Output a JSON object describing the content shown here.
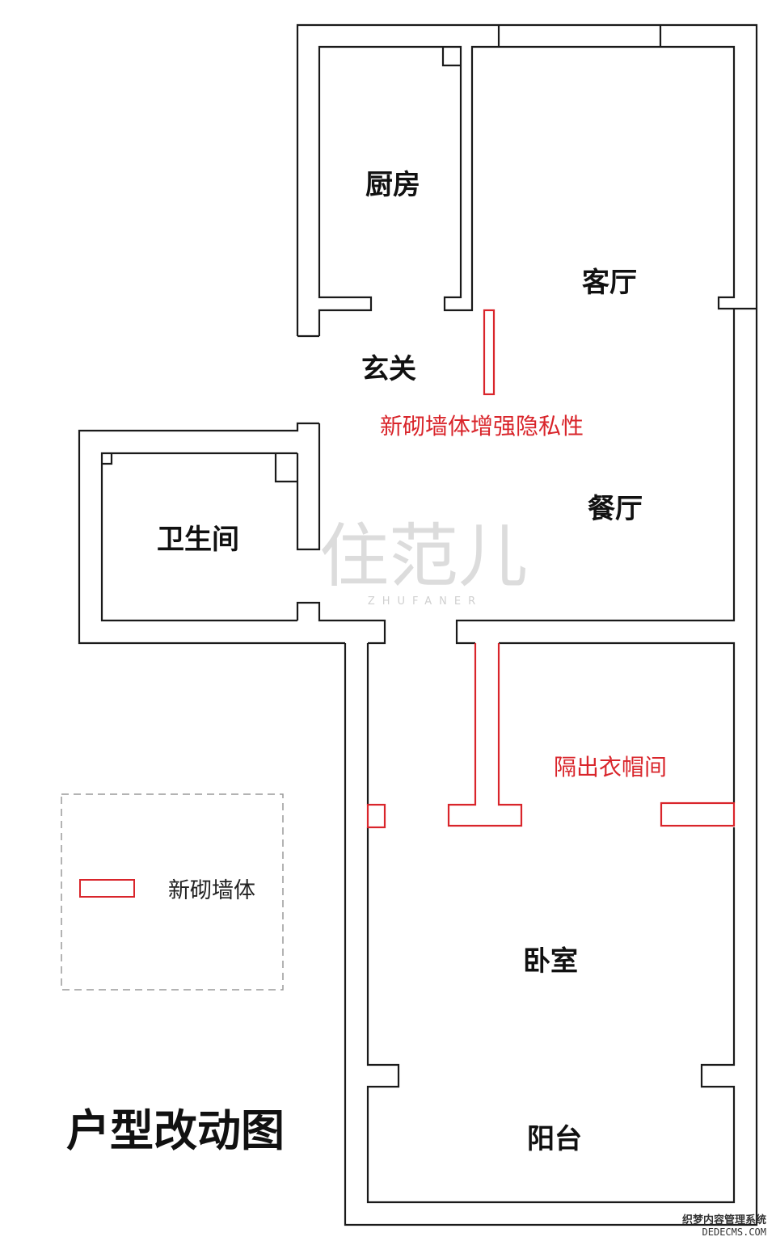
{
  "title": "户型改动图",
  "rooms": {
    "kitchen": "厨房",
    "living_room": "客厅",
    "entrance": "玄关",
    "dining_room": "餐厅",
    "bathroom": "卫生间",
    "bedroom": "卧室",
    "balcony": "阳台"
  },
  "notes": {
    "privacy_wall": "新砌墙体增强隐私性",
    "cloakroom": "隔出衣帽间"
  },
  "legend": {
    "new_wall": "新砌墙体"
  },
  "watermark": {
    "logo_text": "住范儿",
    "sub_text": "ZHUFANER"
  },
  "site_mark": {
    "line1": "织梦内容管理系统",
    "line2": "DEDECMS.COM"
  },
  "colors": {
    "wall": "#1a1a1a",
    "new_wall": "#d9252b",
    "watermark": "#dcdcdc"
  }
}
